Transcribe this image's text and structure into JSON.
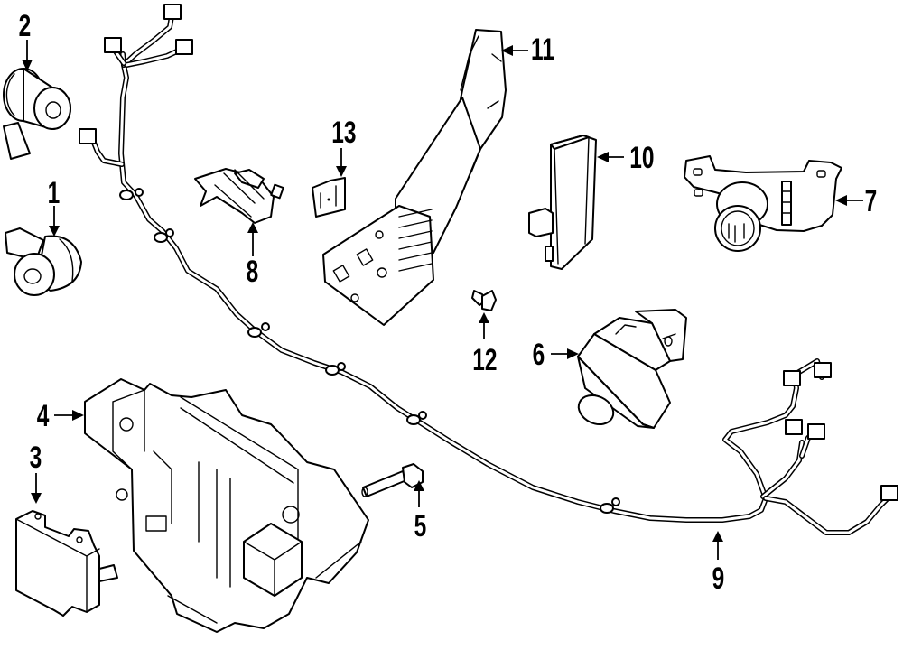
{
  "diagram": {
    "type": "exploded-parts-diagram",
    "subject": "Parking aid / camera and control module assembly",
    "line_color": "#000000",
    "background_color": "#ffffff",
    "callouts": [
      {
        "id": "1",
        "label": "1",
        "part": "parking-sensor"
      },
      {
        "id": "2",
        "label": "2",
        "part": "parking-sensor-with-bracket"
      },
      {
        "id": "3",
        "label": "3",
        "part": "control-module"
      },
      {
        "id": "4",
        "label": "4",
        "part": "junction-box-bracket"
      },
      {
        "id": "5",
        "label": "5",
        "part": "bolt"
      },
      {
        "id": "6",
        "label": "6",
        "part": "rear-camera"
      },
      {
        "id": "7",
        "label": "7",
        "part": "camera-bracket"
      },
      {
        "id": "8",
        "label": "8",
        "part": "switch"
      },
      {
        "id": "9",
        "label": "9",
        "part": "wiring-harness"
      },
      {
        "id": "10",
        "label": "10",
        "part": "module"
      },
      {
        "id": "11",
        "label": "11",
        "part": "bracket-assembly"
      },
      {
        "id": "12",
        "label": "12",
        "part": "screw"
      },
      {
        "id": "13",
        "label": "13",
        "part": "clip"
      }
    ]
  }
}
